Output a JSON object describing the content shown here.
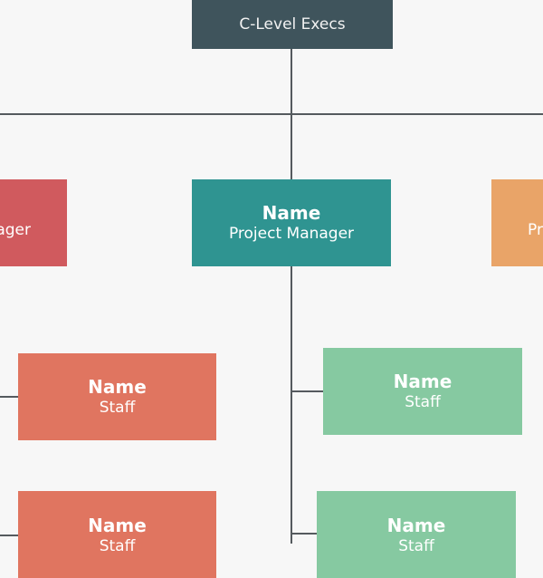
{
  "chart": {
    "top": {
      "title": "C-Level Execs"
    },
    "managers": [
      {
        "name": "",
        "role": "ager",
        "color": "#d05a5e"
      },
      {
        "name": "Name",
        "role": "Project Manager",
        "color": "#2f9491"
      },
      {
        "name": "",
        "role": "Pr",
        "color": "#e9a468"
      }
    ],
    "staff": [
      {
        "name": "Name",
        "role": "Staff",
        "color": "#e07560"
      },
      {
        "name": "Name",
        "role": "Staff",
        "color": "#86c9a1"
      },
      {
        "name": "Name",
        "role": "Staff",
        "color": "#e07560"
      },
      {
        "name": "Name",
        "role": "Staff",
        "color": "#86c9a1"
      }
    ]
  }
}
